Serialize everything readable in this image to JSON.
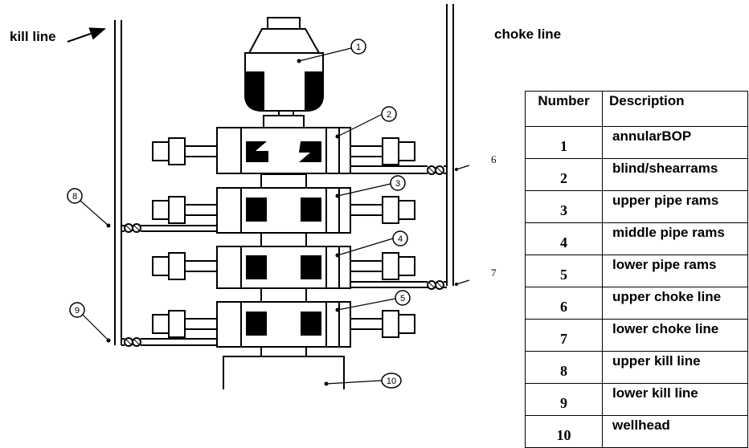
{
  "labels": {
    "kill_line": "kill line",
    "choke_line": "choke line",
    "side_6": "6",
    "side_7": "7"
  },
  "callouts": [
    "1",
    "2",
    "3",
    "4",
    "5",
    "8",
    "9",
    "10"
  ],
  "table": {
    "headers": [
      "Number",
      "Description"
    ],
    "rows": [
      {
        "number": "1",
        "description": "annularBOP"
      },
      {
        "number": "2",
        "description": "blind/shearrams"
      },
      {
        "number": "3",
        "description": "upper pipe rams"
      },
      {
        "number": "4",
        "description": "middle pipe rams"
      },
      {
        "number": "5",
        "description": "lower pipe rams"
      },
      {
        "number": "6",
        "description": "upper choke line"
      },
      {
        "number": "7",
        "description": "lower choke line"
      },
      {
        "number": "8",
        "description": "upper kill line"
      },
      {
        "number": "9",
        "description": "lower kill line"
      },
      {
        "number": "10",
        "description": "wellhead"
      }
    ]
  }
}
